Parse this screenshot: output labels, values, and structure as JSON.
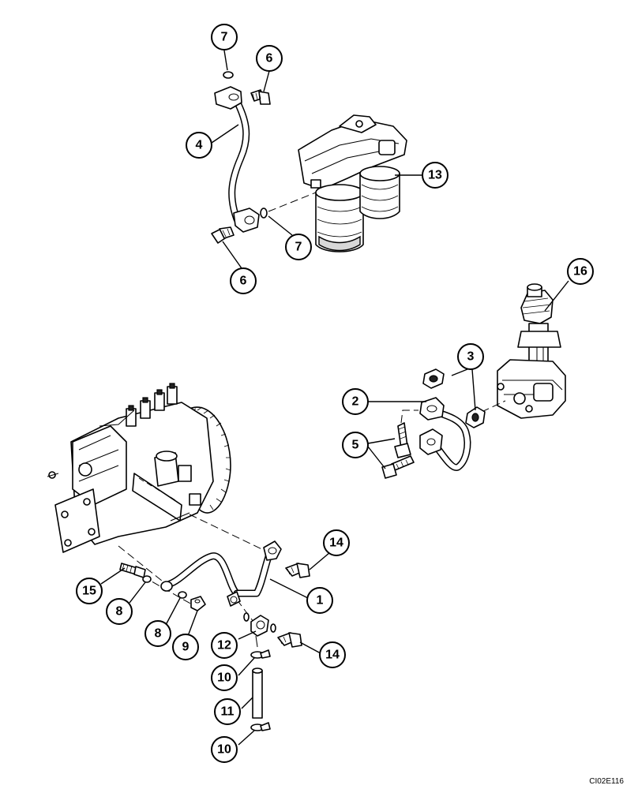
{
  "figure": {
    "code": "CI02E116"
  },
  "callouts": [
    {
      "id": "c7a",
      "label": "7"
    },
    {
      "id": "c6a",
      "label": "6"
    },
    {
      "id": "c4",
      "label": "4"
    },
    {
      "id": "c13",
      "label": "13"
    },
    {
      "id": "c7b",
      "label": "7"
    },
    {
      "id": "c6b",
      "label": "6"
    },
    {
      "id": "c16",
      "label": "16"
    },
    {
      "id": "c3",
      "label": "3"
    },
    {
      "id": "c2",
      "label": "2"
    },
    {
      "id": "c5",
      "label": "5"
    },
    {
      "id": "c14a",
      "label": "14"
    },
    {
      "id": "c1",
      "label": "1"
    },
    {
      "id": "c15",
      "label": "15"
    },
    {
      "id": "c8a",
      "label": "8"
    },
    {
      "id": "c8b",
      "label": "8"
    },
    {
      "id": "c9",
      "label": "9"
    },
    {
      "id": "c12",
      "label": "12"
    },
    {
      "id": "c14b",
      "label": "14"
    },
    {
      "id": "c10a",
      "label": "10"
    },
    {
      "id": "c11",
      "label": "11"
    },
    {
      "id": "c10b",
      "label": "10"
    }
  ]
}
